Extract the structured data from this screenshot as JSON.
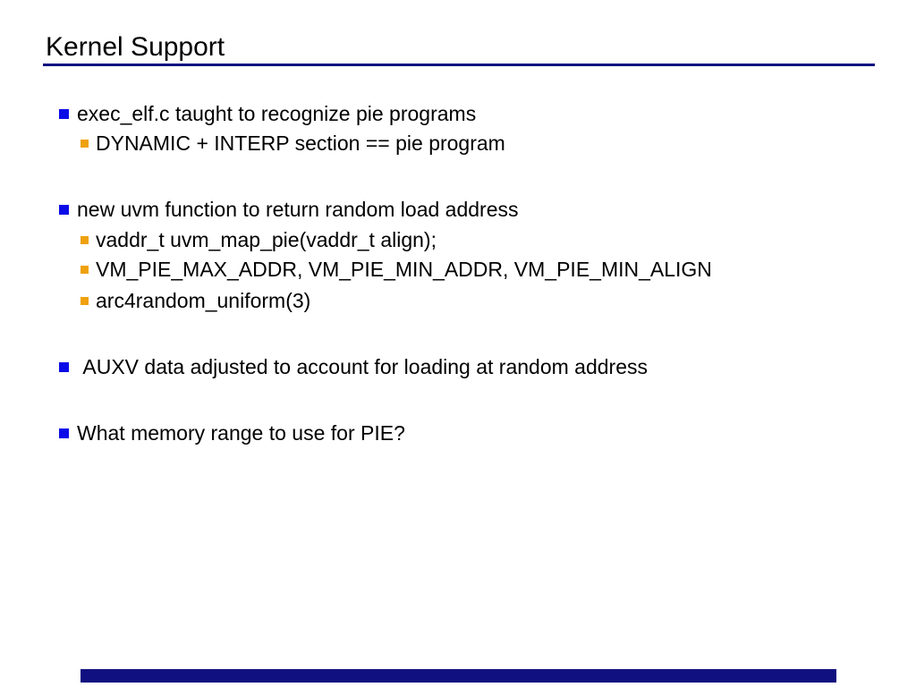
{
  "slide": {
    "title": "Kernel Support",
    "colors": {
      "background": "#ffffff",
      "title_text": "#000000",
      "title_rule": "#101080",
      "bullet_level1": "#0b0be8",
      "bullet_level2": "#efa10e",
      "footer_bar": "#101080"
    },
    "bullets": [
      {
        "level": 1,
        "text": "exec_elf.c taught to recognize pie programs"
      },
      {
        "level": 2,
        "text": "DYNAMIC + INTERP section == pie program"
      },
      {
        "level": 1,
        "text": "new uvm function to return random load address"
      },
      {
        "level": 2,
        "text": "vaddr_t uvm_map_pie(vaddr_t align);"
      },
      {
        "level": 2,
        "text": "VM_PIE_MAX_ADDR, VM_PIE_MIN_ADDR, VM_PIE_MIN_ALIGN"
      },
      {
        "level": 2,
        "text": "arc4random_uniform(3)"
      },
      {
        "level": 1,
        "text": " AUXV data adjusted to account for loading at random address"
      },
      {
        "level": 1,
        "text": "What memory range to use for PIE?"
      }
    ]
  }
}
